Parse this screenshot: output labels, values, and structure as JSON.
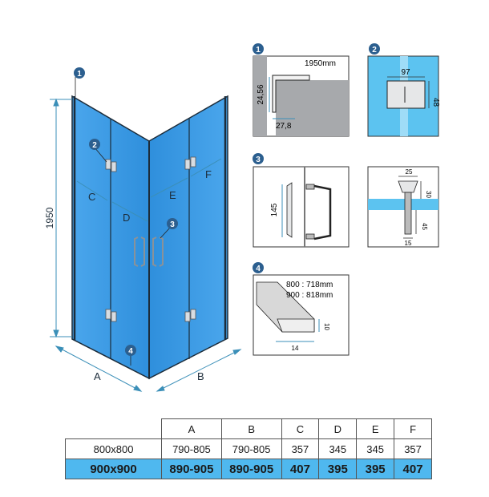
{
  "main": {
    "height_label": "1950",
    "letters": {
      "C": "C",
      "D": "D",
      "E": "E",
      "F": "F",
      "A": "A",
      "B": "B"
    },
    "callouts": [
      "1",
      "2",
      "3",
      "4"
    ]
  },
  "details": {
    "d1": {
      "num": "1",
      "height": "1950mm",
      "dim_v": "24,56",
      "dim_h": "27,8"
    },
    "d2": {
      "num": "2",
      "dim_h": "97",
      "dim_v": "48"
    },
    "d3": {
      "num": "3",
      "dim_v": "145"
    },
    "d3b": {
      "top": "25",
      "right": "30",
      "mid": "45",
      "bottom": "15"
    },
    "d4": {
      "num": "4",
      "line1": "800 : 718mm",
      "line2": "900 : 818mm",
      "dim_v": "10",
      "dim_h": "14"
    }
  },
  "table": {
    "headers": [
      "A",
      "B",
      "C",
      "D",
      "E",
      "F"
    ],
    "rows": [
      {
        "size": "800x800",
        "vals": [
          "790-805",
          "790-805",
          "357",
          "345",
          "345",
          "357"
        ]
      },
      {
        "size": "900x900",
        "vals": [
          "890-905",
          "890-905",
          "407",
          "395",
          "395",
          "407"
        ]
      }
    ]
  },
  "colors": {
    "glass": "#3f9fe8",
    "glass_dark": "#2b86d6",
    "header_blue": "#4fb8ef",
    "callout": "#2c5f8f",
    "dim": "#3b8fb8"
  }
}
